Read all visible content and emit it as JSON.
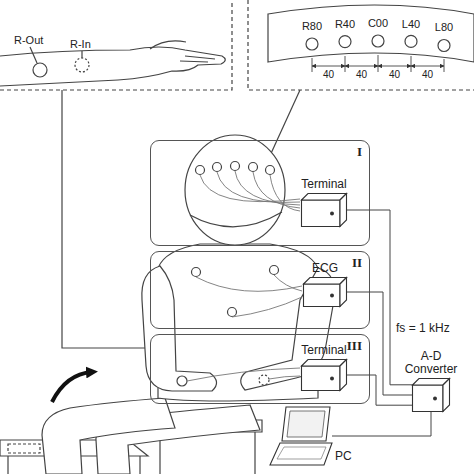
{
  "diagram": {
    "nodes": [
      {
        "text": [
          "I"
        ]
      },
      {
        "text": [
          "Terminal"
        ],
        "in": 0
      },
      {
        "text": [
          "II"
        ]
      },
      {
        "text": [
          "ECG"
        ],
        "in": 2
      },
      {
        "text": [
          "III"
        ]
      },
      {
        "text": [
          "Terminal"
        ],
        "in": 4
      },
      {
        "text": [
          "A-D Converter"
        ]
      },
      {
        "text": [
          "PC"
        ]
      }
    ],
    "edges": [
      {
        "from": 1,
        "to": 6,
        "arrow": "none"
      },
      {
        "from": 3,
        "to": 6,
        "arrow": "none"
      },
      {
        "from": 5,
        "to": 6,
        "arrow": "none"
      },
      {
        "from": 6,
        "to": 7,
        "arrow": "none"
      }
    ],
    "labels": [
      "R-Out",
      "R-In",
      "R80",
      "R40",
      "C00",
      "L40",
      "L80",
      "40",
      "40",
      "40",
      "40",
      "fs = 1 kHz"
    ]
  }
}
